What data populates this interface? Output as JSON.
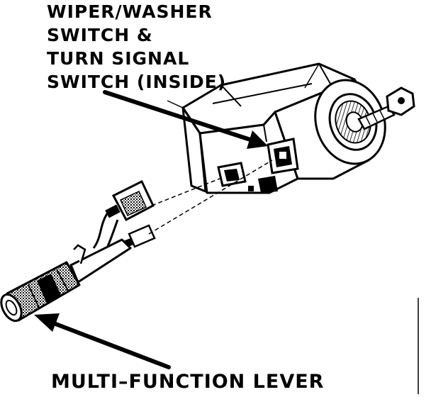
{
  "labels": {
    "switch_callout": [
      "WIPER/WASHER",
      "SWITCH &",
      "TURN SIGNAL",
      "SWITCH (INSIDE)"
    ],
    "lever_callout": "MULTI–FUNCTION LEVER"
  },
  "colors": {
    "ink": "#000000",
    "paper": "#ffffff",
    "shade": "#2a2a2a"
  }
}
